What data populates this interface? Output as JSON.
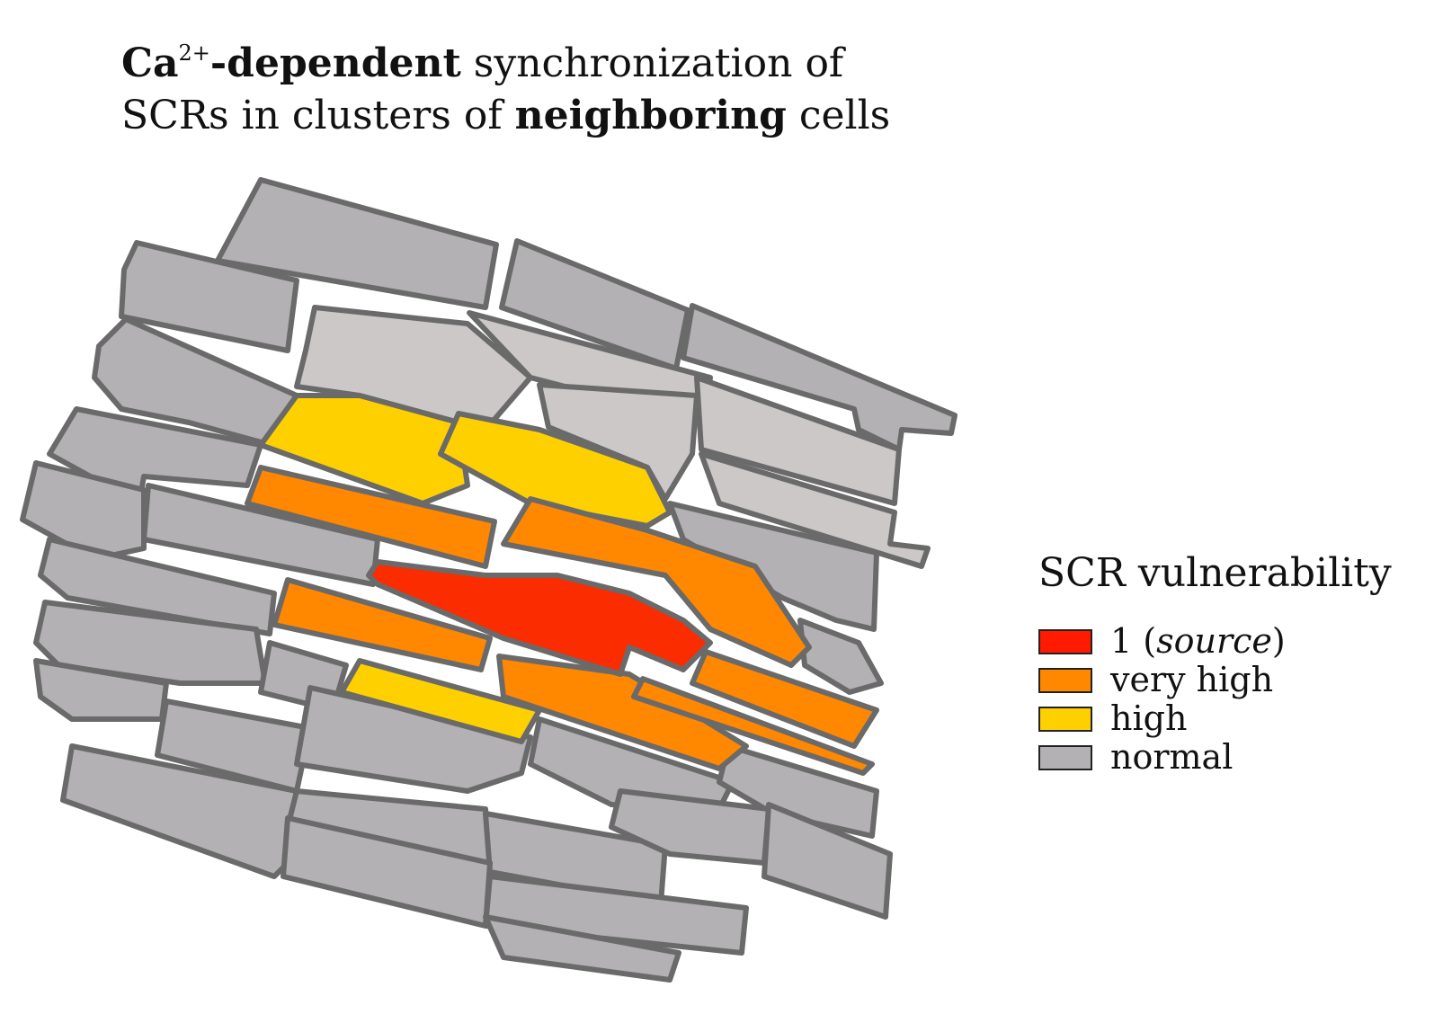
{
  "title": {
    "line1_bold": "Ca",
    "line1_sup": "2+",
    "line1_bold2": "-dependent",
    "line1_rest": " synchronization of",
    "line2_a": "SCRs in clusters of ",
    "line2_bold": "neighboring",
    "line2_b": " cells"
  },
  "legend": {
    "title": "SCR vulnerability",
    "items": [
      {
        "key": "source",
        "label_pre": "1 (",
        "label_italic": "source",
        "label_post": ")",
        "color": "#ff1a00"
      },
      {
        "key": "very-high",
        "label_pre": "very high",
        "label_italic": "",
        "label_post": "",
        "color": "#ff8800"
      },
      {
        "key": "high",
        "label_pre": "high",
        "label_italic": "",
        "label_post": "",
        "color": "#ffd000"
      },
      {
        "key": "normal",
        "label_pre": "normal",
        "label_italic": "",
        "label_post": "",
        "color": "#b3b1b3"
      }
    ]
  },
  "colors": {
    "normal": "#b3b1b3",
    "light_normal": "#cdc8c8",
    "high": "#ffd000",
    "very_high": "#ff8800",
    "source": "#fb2c00",
    "outline": "#6a6a6a"
  }
}
